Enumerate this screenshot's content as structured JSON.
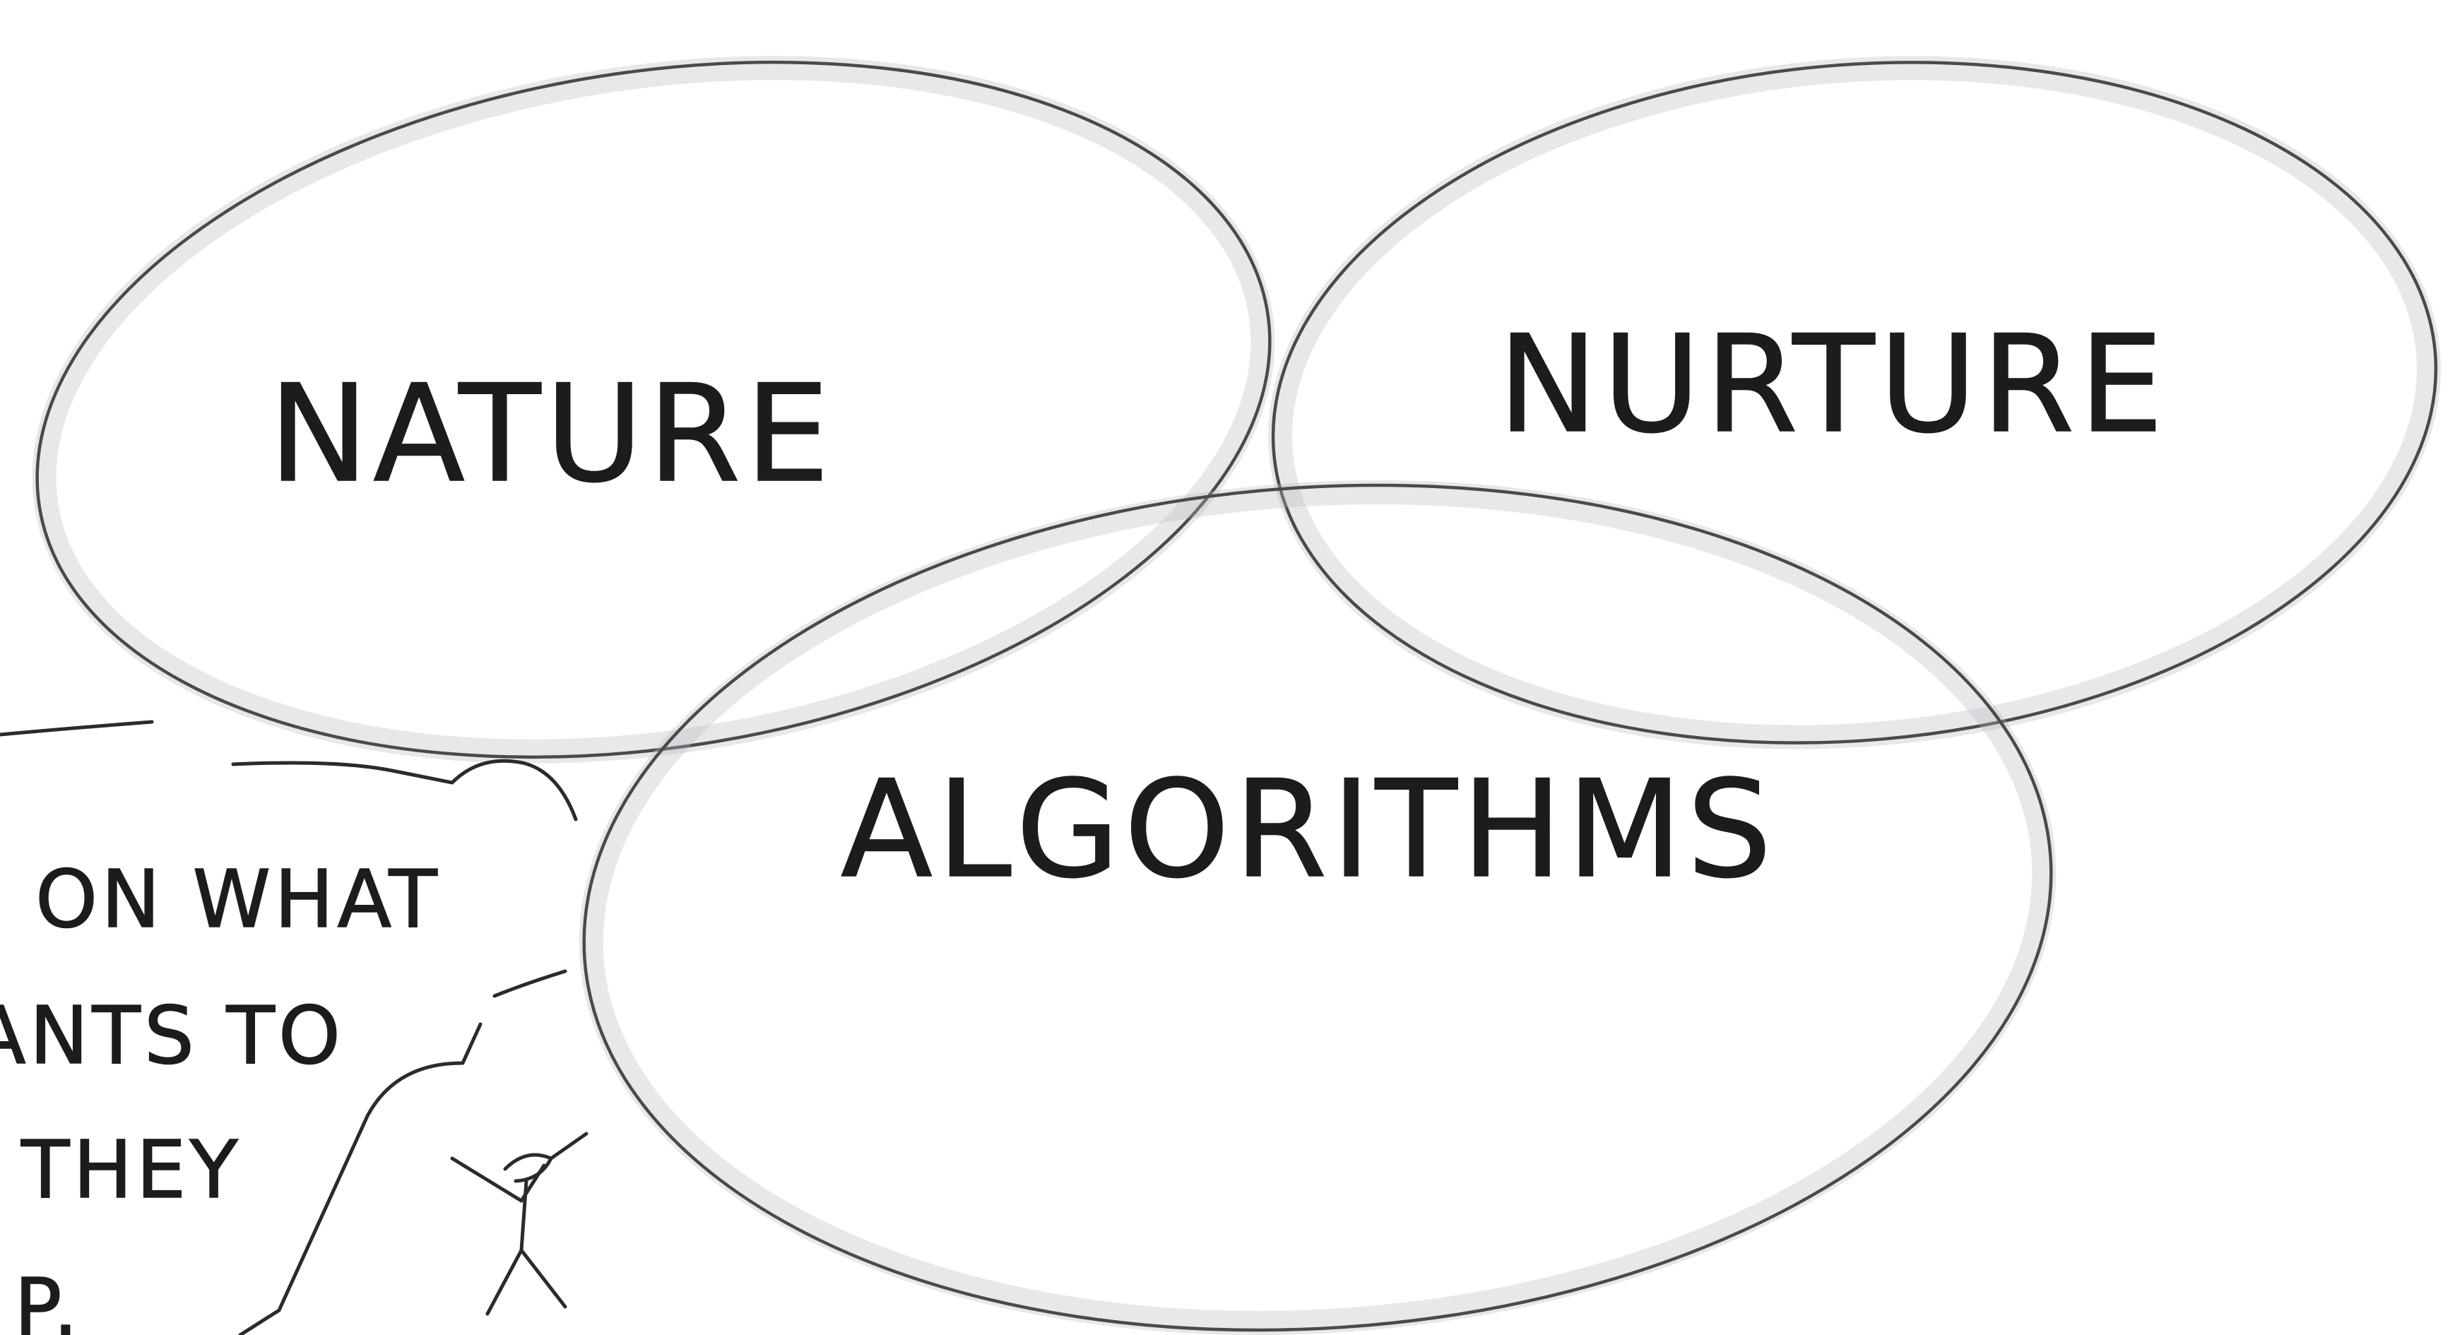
{
  "diagram": {
    "circles": [
      {
        "label": "NATURE"
      },
      {
        "label": "NURTURE"
      },
      {
        "label": "ALGORITHMS"
      }
    ],
    "speech_bubble": {
      "lines": [
        "ON WHAT",
        "ANTS TO",
        "THEY",
        "P."
      ]
    }
  }
}
